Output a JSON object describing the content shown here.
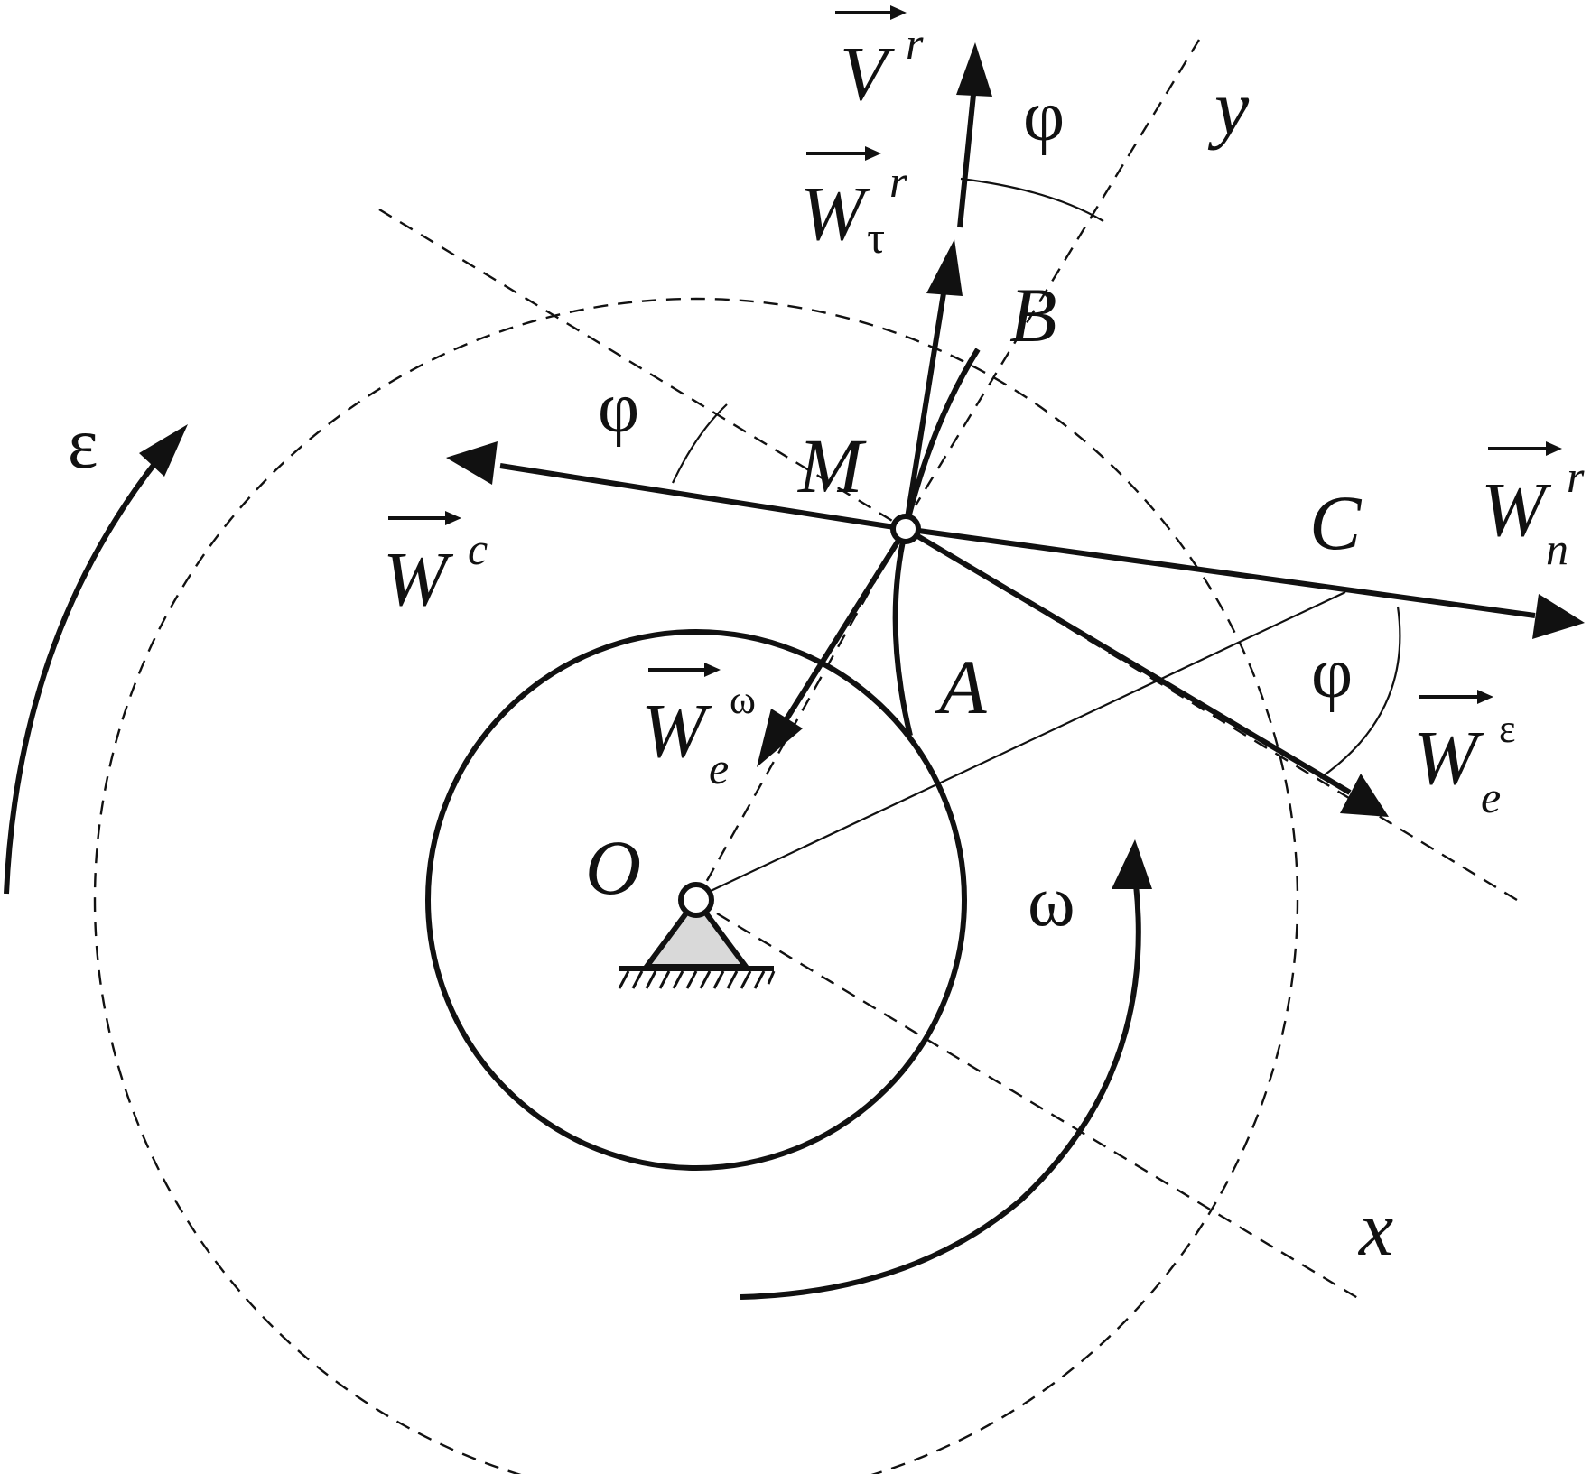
{
  "points": {
    "O": "O",
    "M": "M",
    "A": "A",
    "B": "B",
    "C": "C"
  },
  "axes": {
    "x": "x",
    "y": "y"
  },
  "angles": {
    "phi": "φ",
    "omega": "ω",
    "epsilon": "ε"
  },
  "vectors": {
    "V_r": {
      "base": "V",
      "sup": "r",
      "sub": ""
    },
    "W_tau_r": {
      "base": "W",
      "sup": "r",
      "sub": "τ"
    },
    "W_c": {
      "base": "W",
      "sup": "c",
      "sub": ""
    },
    "W_n_r": {
      "base": "W",
      "sup": "r",
      "sub": "n"
    },
    "W_e_omega": {
      "base": "W",
      "sup": "ω",
      "sub": "e"
    },
    "W_e_epsilon": {
      "base": "W",
      "sup": "ε",
      "sub": "e"
    }
  },
  "colors": {
    "ink": "#111111",
    "support_fill": "#d9d9d9",
    "background": "#ffffff"
  }
}
